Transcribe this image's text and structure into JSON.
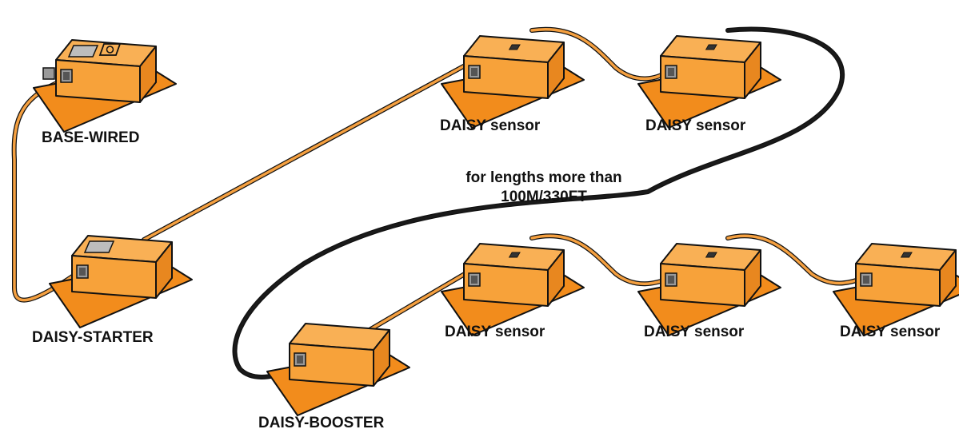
{
  "colors": {
    "device_front": "#f7a23a",
    "device_top": "#f9b055",
    "device_side": "#e8871f",
    "base_plate": "#f28c1c",
    "orange_cable": "#f5a040",
    "black_cable": "#1a1a1a",
    "outline": "#111111",
    "label_panel": "#bdbdbd"
  },
  "devices": [
    {
      "id": "base-wired",
      "label": "BASE-WIRED",
      "kind": "base-wired"
    },
    {
      "id": "daisy-starter",
      "label": "DAISY-STARTER",
      "kind": "starter"
    },
    {
      "id": "daisy-sensor-1",
      "label": "DAISY sensor",
      "kind": "sensor"
    },
    {
      "id": "daisy-sensor-2",
      "label": "DAISY sensor",
      "kind": "sensor"
    },
    {
      "id": "daisy-booster",
      "label": "DAISY-BOOSTER",
      "kind": "booster"
    },
    {
      "id": "daisy-sensor-3",
      "label": "DAISY sensor",
      "kind": "sensor"
    },
    {
      "id": "daisy-sensor-4",
      "label": "DAISY sensor",
      "kind": "sensor"
    },
    {
      "id": "daisy-sensor-5",
      "label": "DAISY sensor",
      "kind": "sensor"
    }
  ],
  "cables": [
    {
      "from": "base-wired",
      "to": "daisy-starter",
      "type": "orange"
    },
    {
      "from": "daisy-starter",
      "to": "daisy-sensor-1",
      "type": "orange"
    },
    {
      "from": "daisy-sensor-1",
      "to": "daisy-sensor-2",
      "type": "orange"
    },
    {
      "from": "daisy-sensor-2",
      "to": "daisy-booster",
      "type": "black"
    },
    {
      "from": "daisy-booster",
      "to": "daisy-sensor-3",
      "type": "orange"
    },
    {
      "from": "daisy-sensor-3",
      "to": "daisy-sensor-4",
      "type": "orange"
    },
    {
      "from": "daisy-sensor-4",
      "to": "daisy-sensor-5",
      "type": "orange"
    }
  ],
  "note": {
    "line1": "for lengths more than",
    "line2": "100M/330FT"
  }
}
